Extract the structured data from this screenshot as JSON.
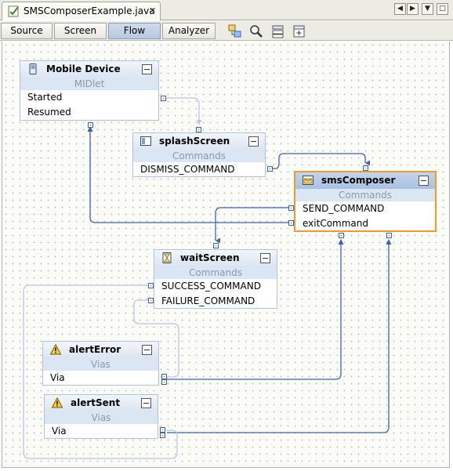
{
  "editor_tab": {
    "title": "SMSComposerExample.java",
    "close": "✕"
  },
  "view_tabs": [
    "Source",
    "Screen",
    "Flow",
    "Analyzer"
  ],
  "active_view": "Flow",
  "nav": {
    "left": "◀",
    "right": "▶",
    "list": "▼",
    "maximize": "□"
  },
  "nodes": {
    "mobile": {
      "title": "Mobile Device",
      "subtitle": "MIDlet",
      "rows": [
        "Started",
        "Resumed"
      ],
      "icon": "mobile-device-icon"
    },
    "splash": {
      "title": "splashScreen",
      "subtitle": "Commands",
      "rows": [
        "DISMISS_COMMAND"
      ],
      "icon": "splash-screen-icon"
    },
    "composer": {
      "title": "smsComposer",
      "subtitle": "Commands",
      "rows": [
        "SEND_COMMAND",
        "exitCommand"
      ],
      "icon": "sms-composer-icon",
      "selected": true
    },
    "wait": {
      "title": "waitScreen",
      "subtitle": "Commands",
      "rows": [
        "SUCCESS_COMMAND",
        "FAILURE_COMMAND"
      ],
      "icon": "hourglass-icon"
    },
    "alertError": {
      "title": "alertError",
      "subtitle": "Vias",
      "rows": [
        "Via"
      ],
      "icon": "warning-icon"
    },
    "alertSent": {
      "title": "alertSent",
      "subtitle": "Vias",
      "rows": [
        "Via"
      ],
      "icon": "warning-icon"
    }
  },
  "colors": {
    "wire": "#3a64b0",
    "selected_border": "#f09a2c",
    "node_border": "#aec3dc",
    "faded_wire": "#b7c7e3"
  }
}
